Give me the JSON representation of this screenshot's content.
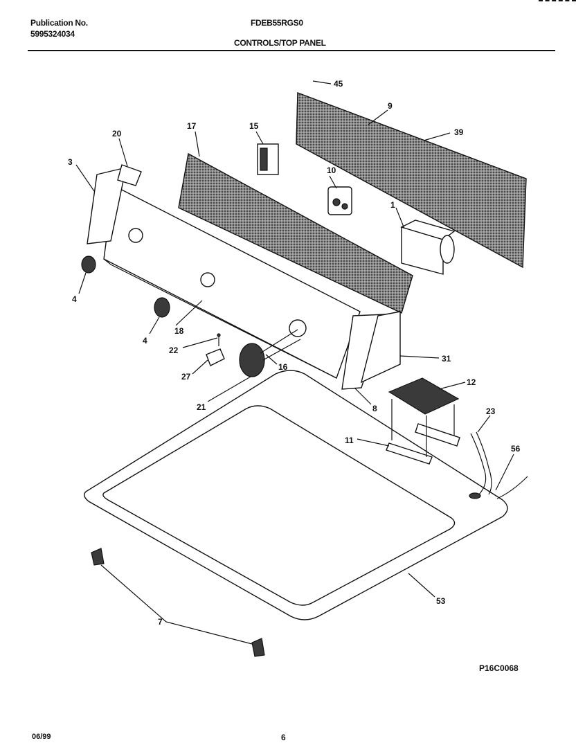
{
  "header": {
    "publication_label": "Publication No.",
    "publication_number": "5995324034",
    "model": "FDEB55RGS0",
    "section_title": "CONTROLS/TOP PANEL"
  },
  "footer": {
    "figure_code": "P16C0068",
    "date": "06/99",
    "page": "6"
  },
  "callouts": [
    "45",
    "9",
    "39",
    "20",
    "17",
    "15",
    "3",
    "10",
    "1",
    "4",
    "18",
    "4",
    "22",
    "16",
    "31",
    "27",
    "21",
    "8",
    "12",
    "23",
    "11",
    "56",
    "53",
    "7"
  ]
}
